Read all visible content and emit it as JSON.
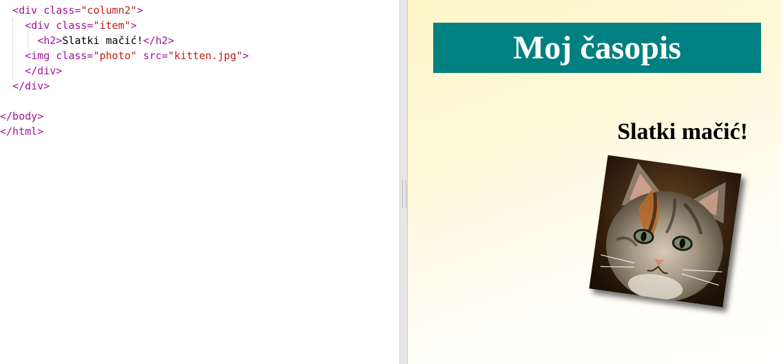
{
  "editor": {
    "lines": [
      {
        "indent": "  ",
        "parts": [
          {
            "t": "<div ",
            "c": "tag"
          },
          {
            "t": "class=",
            "c": "attr"
          },
          {
            "t": "\"column2\"",
            "c": "val"
          },
          {
            "t": ">",
            "c": "tag"
          }
        ]
      },
      {
        "indent": "    ",
        "parts": [
          {
            "t": "<div ",
            "c": "tag"
          },
          {
            "t": "class=",
            "c": "attr"
          },
          {
            "t": "\"item\"",
            "c": "val"
          },
          {
            "t": ">",
            "c": "tag"
          }
        ]
      },
      {
        "indent": "      ",
        "parts": [
          {
            "t": "<h2>",
            "c": "tag"
          },
          {
            "t": "Slatki mačić!",
            "c": "txt"
          },
          {
            "t": "</h2>",
            "c": "tag"
          }
        ]
      },
      {
        "indent": "    ",
        "parts": [
          {
            "t": "<img ",
            "c": "tag"
          },
          {
            "t": "class=",
            "c": "attr"
          },
          {
            "t": "\"photo\"",
            "c": "val"
          },
          {
            "t": " src=",
            "c": "attr"
          },
          {
            "t": "\"kitten.jpg\"",
            "c": "val"
          },
          {
            "t": ">",
            "c": "tag"
          }
        ]
      },
      {
        "indent": "    ",
        "parts": [
          {
            "t": "</div>",
            "c": "tag"
          }
        ]
      },
      {
        "indent": "  ",
        "parts": [
          {
            "t": "</div>",
            "c": "tag"
          }
        ]
      },
      {
        "indent": "",
        "parts": []
      },
      {
        "indent": "",
        "parts": [
          {
            "t": "</body>",
            "c": "tag"
          }
        ]
      },
      {
        "indent": "",
        "parts": [
          {
            "t": "</html>",
            "c": "tag"
          }
        ]
      }
    ]
  },
  "preview": {
    "masthead": "Moj časopis",
    "item_title": "Slatki mačić!",
    "photo_icon": "kitten-photo",
    "colors": {
      "masthead_bg": "#008080",
      "masthead_text": "#ffffff"
    }
  }
}
